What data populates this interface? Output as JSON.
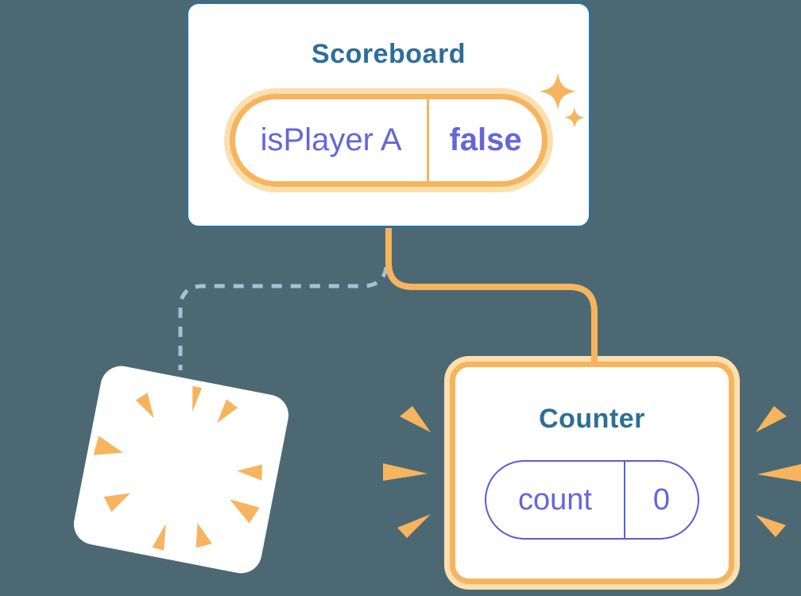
{
  "colors": {
    "background": "#4C6973",
    "card_bg": "#FFFFFF",
    "card_border_blue": "#2E7096",
    "heading_blue": "#2D6E97",
    "orange": "#F7B45F",
    "orange_halo": "#FBDFAE",
    "purple": "#6467D8",
    "pill_border_purple": "#5B5BD6",
    "dashed_blue": "#A4C1D5"
  },
  "scoreboard": {
    "title": "Scoreboard",
    "state_pill": {
      "key": "isPlayer A",
      "value": "false"
    }
  },
  "counter": {
    "title": "Counter",
    "state_pill": {
      "key": "count",
      "value": "0"
    }
  },
  "icons": {
    "sparkle": "four-point-sparkle",
    "poof": "starburst-poof",
    "emphasis_burst": "speed-burst-wedges"
  }
}
